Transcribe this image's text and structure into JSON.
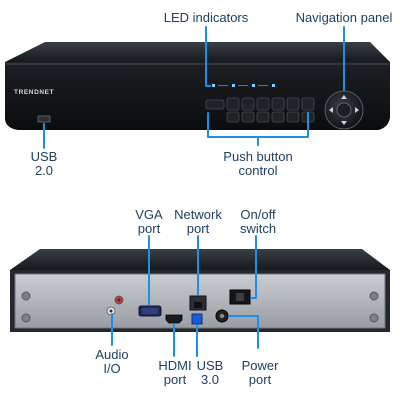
{
  "brand": "TRENDNET",
  "accent_color": "#1e8fe6",
  "label_color": "#1f3f66",
  "callouts": {
    "led": "LED indicators",
    "nav": "Navigation panel",
    "usb2": [
      "USB",
      "2.0"
    ],
    "push": [
      "Push button",
      "control"
    ],
    "vga": [
      "VGA",
      "port"
    ],
    "network": [
      "Network",
      "port"
    ],
    "onoff": [
      "On/off",
      "switch"
    ],
    "audio": [
      "Audio",
      "I/O"
    ],
    "hdmi": [
      "HDMI",
      "port"
    ],
    "usb3": [
      "USB",
      "3.0"
    ],
    "power": [
      "Power",
      "port"
    ]
  }
}
